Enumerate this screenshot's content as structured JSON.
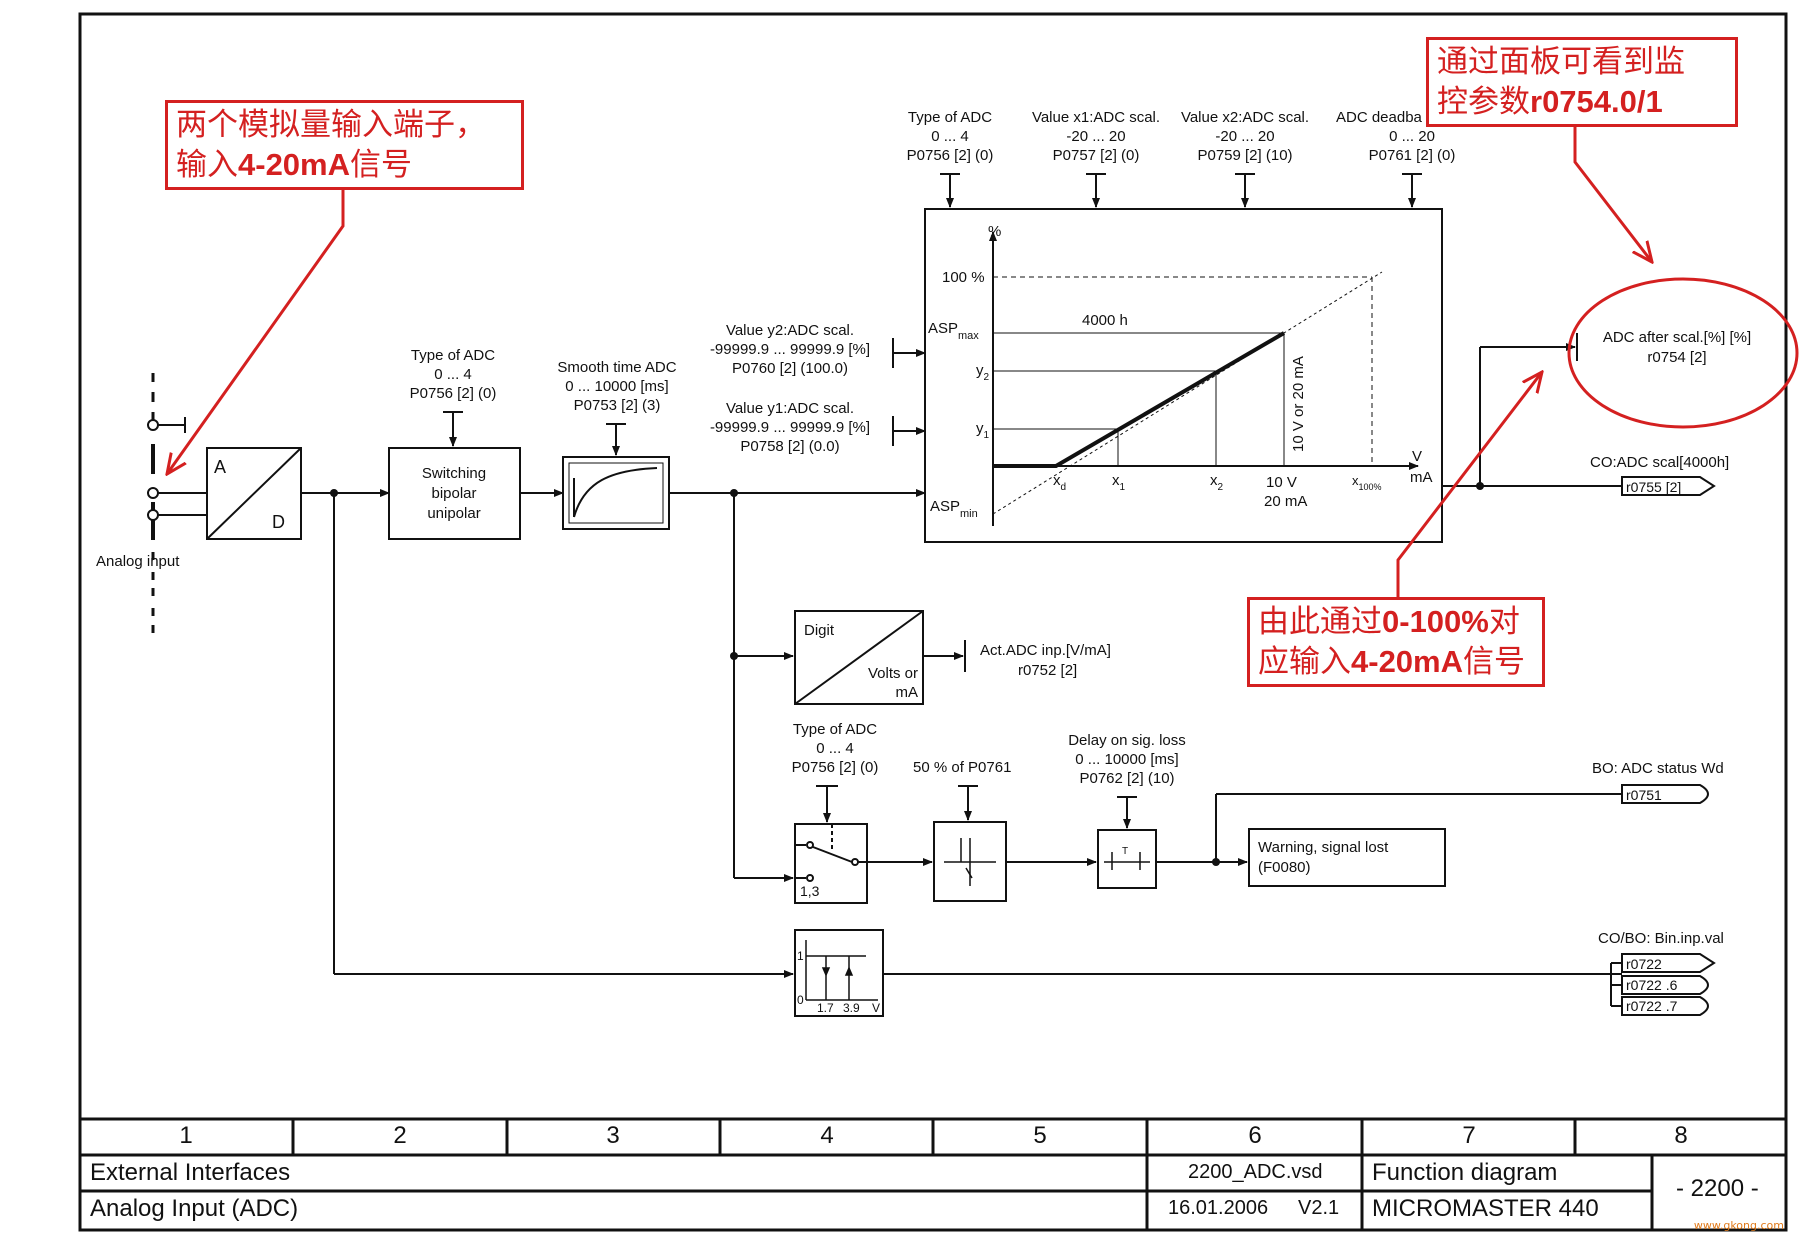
{
  "annotations": {
    "terminals": {
      "line1": "两个模拟量输入端子，",
      "line2_pre": "输入",
      "line2_bold": "4-20mA",
      "line2_post": "信号"
    },
    "monitor": {
      "line1": "通过面板可看到监",
      "line2_pre": "控参数",
      "line2_bold": "r0754.0/1"
    },
    "mapping": {
      "line1_pre": "由此通过",
      "line1_bold": "0-100%",
      "line1_post": "对",
      "line2_pre": "应输入",
      "line2_bold": "4-20mA",
      "line2_post": "信号"
    }
  },
  "input": {
    "label": "Analog input"
  },
  "adc_block": {
    "a": "A",
    "d": "D"
  },
  "switch_param": {
    "line1": "Type of ADC",
    "line2": "0 ... 4",
    "line3": "P0756 [2] (0)"
  },
  "switch_block": {
    "line1": "Switching",
    "line2": "bipolar",
    "line3": "unipolar"
  },
  "smooth_param": {
    "line1": "Smooth time ADC",
    "line2": "0 ... 10000  [ms]",
    "line3": "P0753 [2] (3)"
  },
  "y2_param": {
    "line1": "Value y2:ADC scal.",
    "line2": "-99999.9 ... 99999.9  [%]",
    "line3": "P0760 [2] (100.0)"
  },
  "y1_param": {
    "line1": "Value y1:ADC scal.",
    "line2": "-99999.9 ... 99999.9  [%]",
    "line3": "P0758 [2] (0.0)"
  },
  "top_params": [
    {
      "line1": "Type of ADC",
      "line2": "0 ... 4",
      "line3": "P0756 [2] (0)"
    },
    {
      "line1": "Value x1:ADC scal.",
      "line2": "-20 ... 20",
      "line3": "P0757 [2] (0)"
    },
    {
      "line1": "Value x2:ADC scal.",
      "line2": "-20 ... 20",
      "line3": "P0759 [2] (10)"
    },
    {
      "line1": "ADC deadba",
      "line2": "0 ... 20",
      "line3": "P0761 [2] (0)"
    }
  ],
  "graph": {
    "y_unit": "%",
    "pct100": "100 %",
    "asp": "ASP",
    "max": "max",
    "min": "min",
    "y2": "y",
    "y2_sub": "2",
    "y1": "y",
    "y1_sub": "1",
    "label_4000h": "4000 h",
    "xd": "x",
    "xd_sub": "d",
    "x1": "x",
    "x1_sub": "1",
    "x2": "x",
    "x2_sub": "2",
    "v10": "10 V",
    "ma20": "20 mA",
    "x100": "x",
    "x100_sub": "100%",
    "v_unit": "V",
    "ma_unit": "mA",
    "vertical": "10 V or 20 mA"
  },
  "monitor_out": {
    "line1": "ADC after scal.[%] [%]",
    "line2": "r0754 [2]"
  },
  "co_scal": {
    "label": "CO:ADC scal[4000h]",
    "conn": "r0755 [2]"
  },
  "digit_block": {
    "digit": "Digit",
    "volts": "Volts or",
    "ma": "mA"
  },
  "act_adc": {
    "line1": "Act.ADC inp.[V/mA]",
    "line2": "r0752 [2]"
  },
  "type_adc2": {
    "line1": "Type of ADC",
    "line2": "0 ... 4",
    "line3": "P0756 [2] (0)"
  },
  "switch2": {
    "label": "1,3"
  },
  "deadband_half": {
    "label": "50 % of P0761"
  },
  "delay_param": {
    "line1": "Delay on sig. loss",
    "line2": "0 ... 10000  [ms]",
    "line3": "P0762 [2] (10)"
  },
  "delay_block": {
    "t": "T"
  },
  "bo_status": {
    "label": "BO: ADC status Wd",
    "conn": "r0751"
  },
  "warning": {
    "line1": "Warning, signal lost",
    "line2": "(F0080)"
  },
  "hyst": {
    "one": "1",
    "zero": "0",
    "v17": "1.7",
    "v39": "3.9",
    "unit": "V"
  },
  "cobo_bin": {
    "label": "CO/BO: Bin.inp.val",
    "conns": [
      "r0722",
      "r0722 .6",
      "r0722 .7"
    ]
  },
  "footer": {
    "cols": [
      "1",
      "2",
      "3",
      "4",
      "5",
      "6",
      "7",
      "8"
    ],
    "row1_left": "External Interfaces",
    "file": "2200_ADC.vsd",
    "func": "Function diagram",
    "row2_left": "Analog Input (ADC)",
    "date": "16.01.2006",
    "version": "V2.1",
    "product": "MICROMASTER 440",
    "page": "- 2200 -"
  },
  "watermark": "www.gkong.com",
  "colors": {
    "line": "#111111",
    "annotation": "#d42020",
    "watermark": "#e07a1a"
  }
}
